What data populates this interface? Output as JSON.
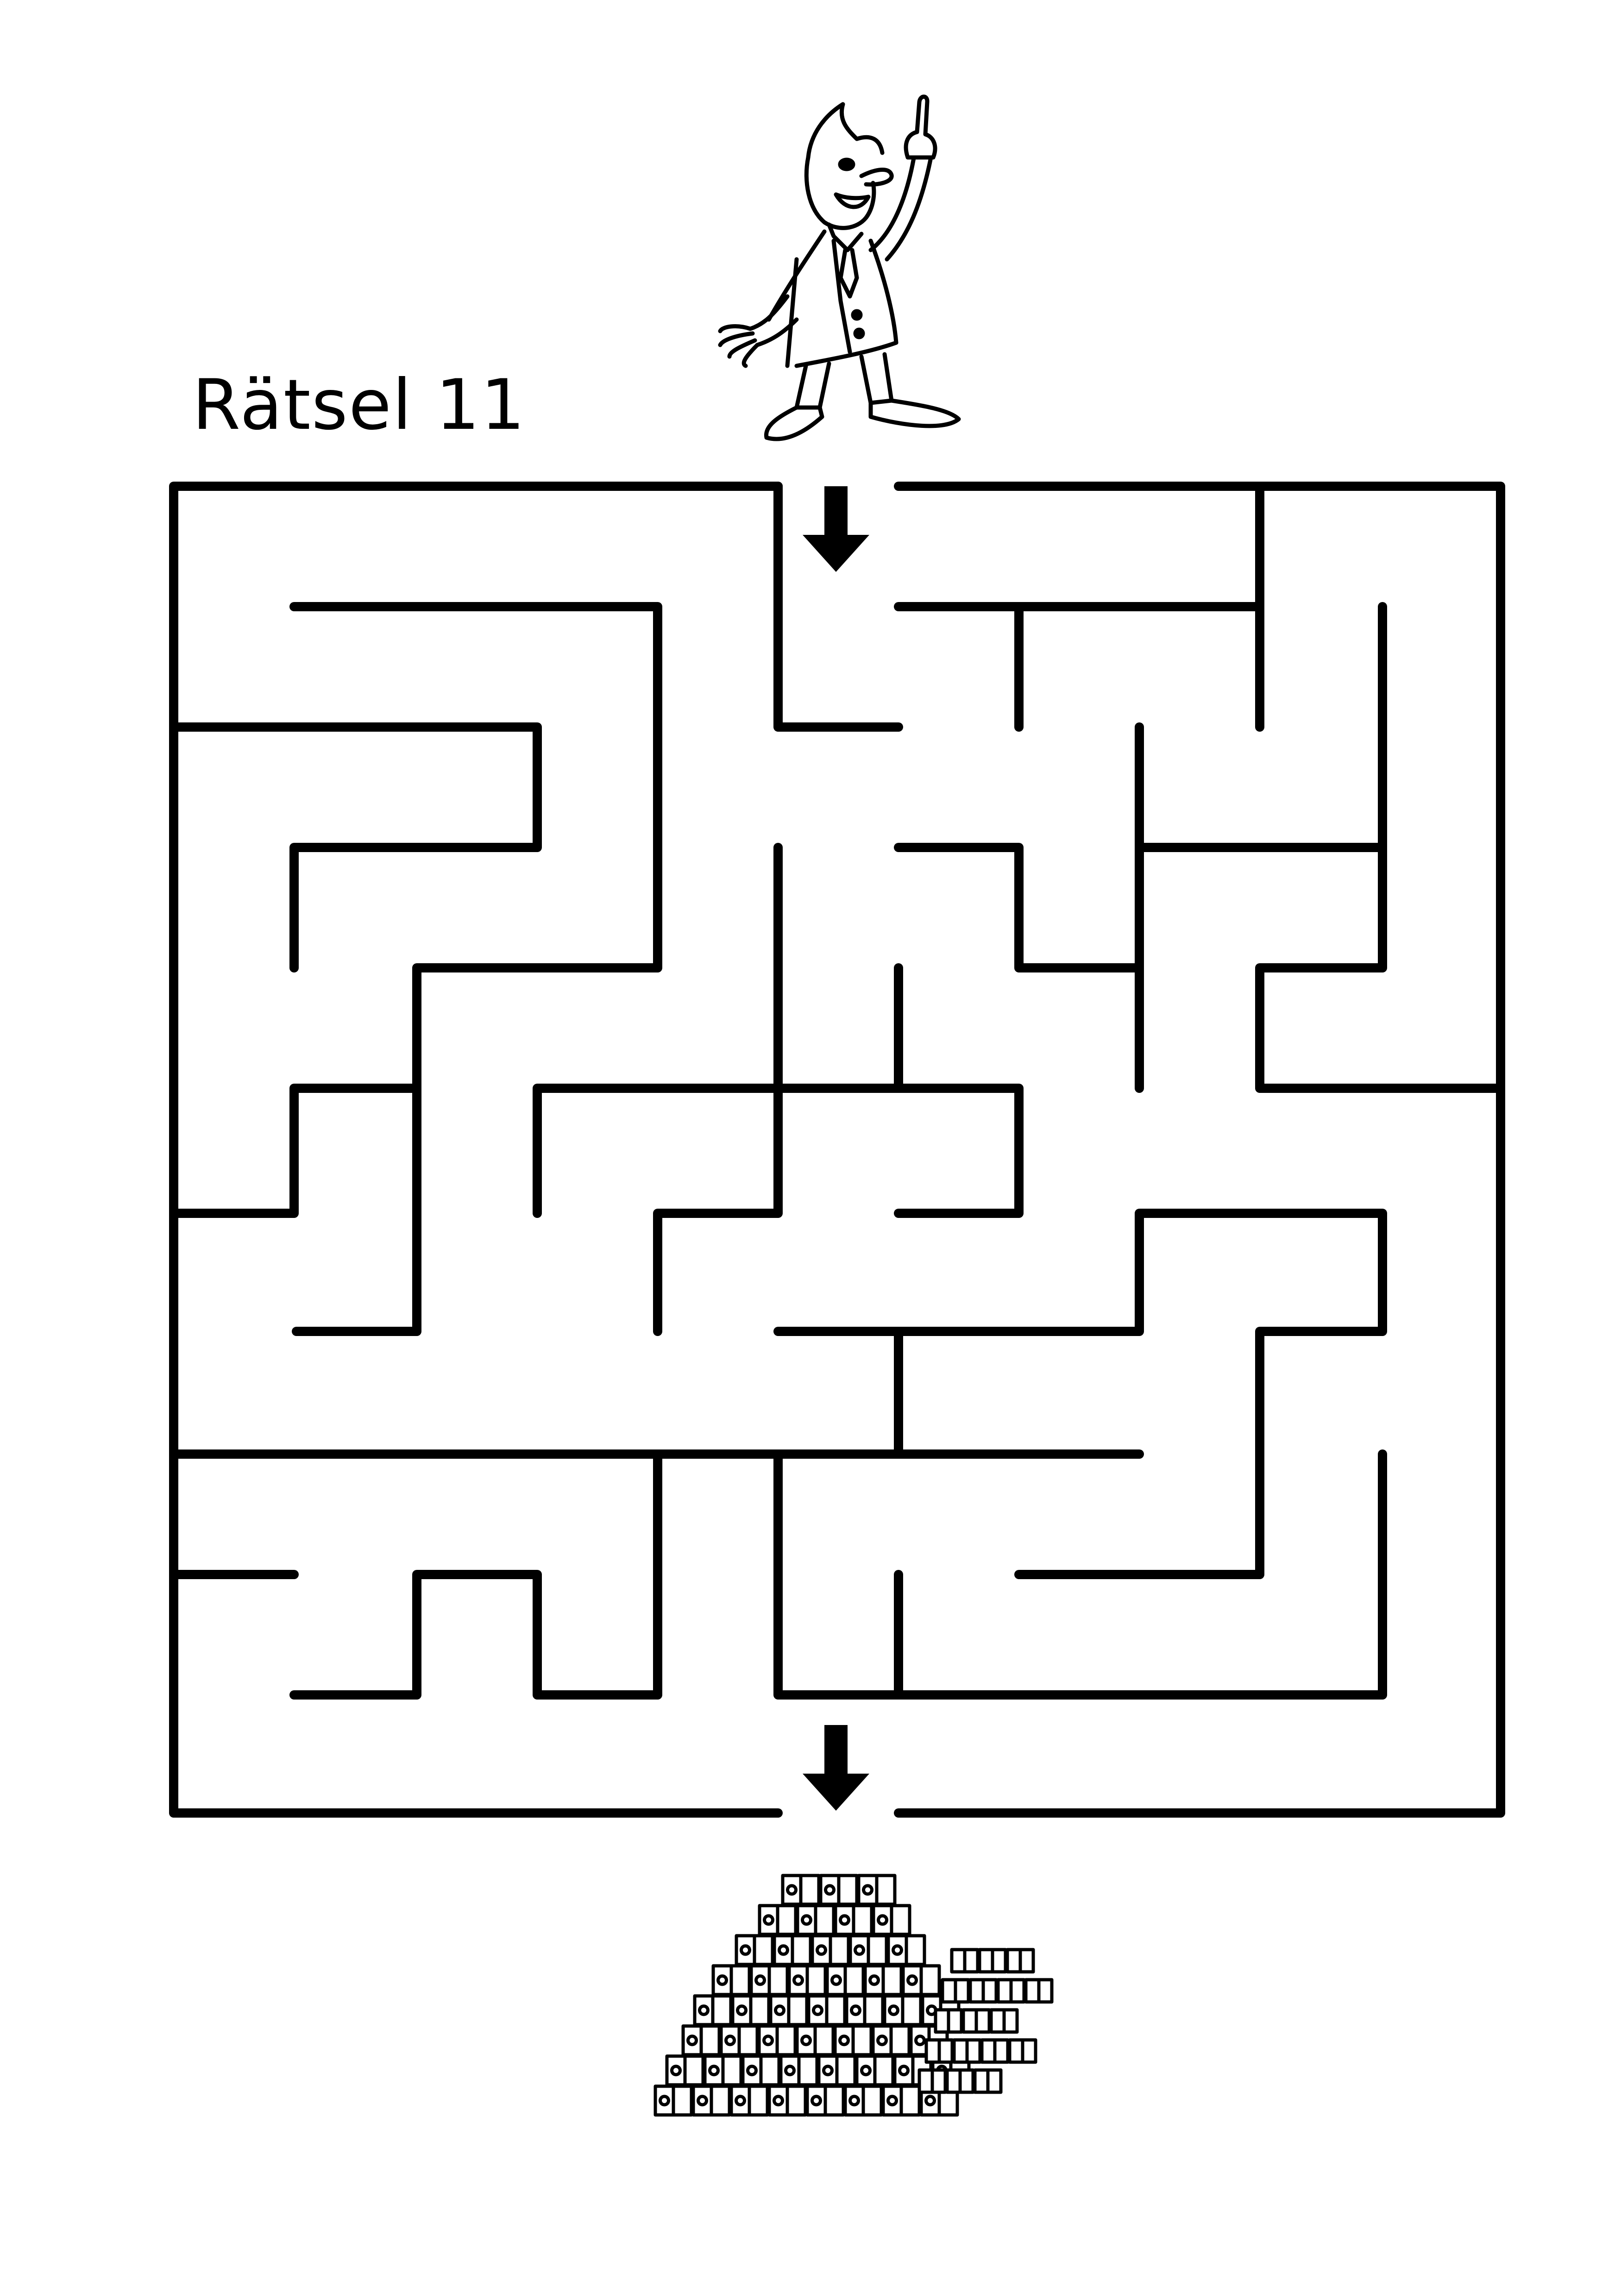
{
  "puzzle": {
    "title": "Rätsel 11",
    "type": "maze",
    "start_illustration": "businessman-pointing-up",
    "goal_illustration": "stack-of-money-bundles",
    "entrance_marker": "arrow-down-icon",
    "exit_marker": "arrow-down-icon"
  },
  "colors": {
    "ink": "#000000",
    "paper": "#ffffff"
  }
}
